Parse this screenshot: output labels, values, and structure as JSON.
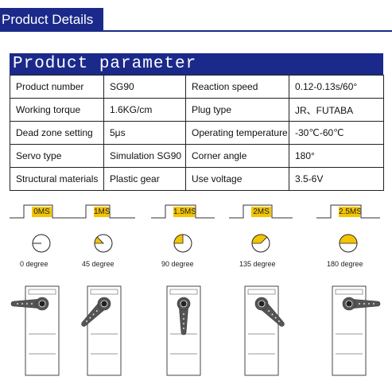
{
  "header": {
    "title": "Product Details"
  },
  "parameters": {
    "title": "Product parameter",
    "rows": [
      [
        "Product number",
        "SG90",
        "Reaction speed",
        "0.12-0.13s/60°"
      ],
      [
        "Working torque",
        "1.6KG/cm",
        "Plug type",
        "JR、FUTABA"
      ],
      [
        "Dead zone setting",
        "5μs",
        "Operating temperature",
        "-30℃-60℃"
      ],
      [
        "Servo type",
        "Simulation SG90",
        "Corner angle",
        "180°"
      ],
      [
        "Structural materials",
        "Plastic gear",
        "Use voltage",
        "3.5-6V"
      ]
    ]
  },
  "pulses": [
    {
      "pulse": "0MS",
      "degree": "0 degree",
      "angle": 0
    },
    {
      "pulse": "1MS",
      "degree": "45 degree",
      "angle": 45
    },
    {
      "pulse": "1.5MS",
      "degree": "90 degree",
      "angle": 90
    },
    {
      "pulse": "2MS",
      "degree": "135 degree",
      "angle": 135
    },
    {
      "pulse": "2.5MS",
      "degree": "180 degree",
      "angle": 180
    }
  ],
  "colors": {
    "brand": "#1b2a8a",
    "pulse_fill": "#f5c400",
    "horn": "#555555"
  }
}
